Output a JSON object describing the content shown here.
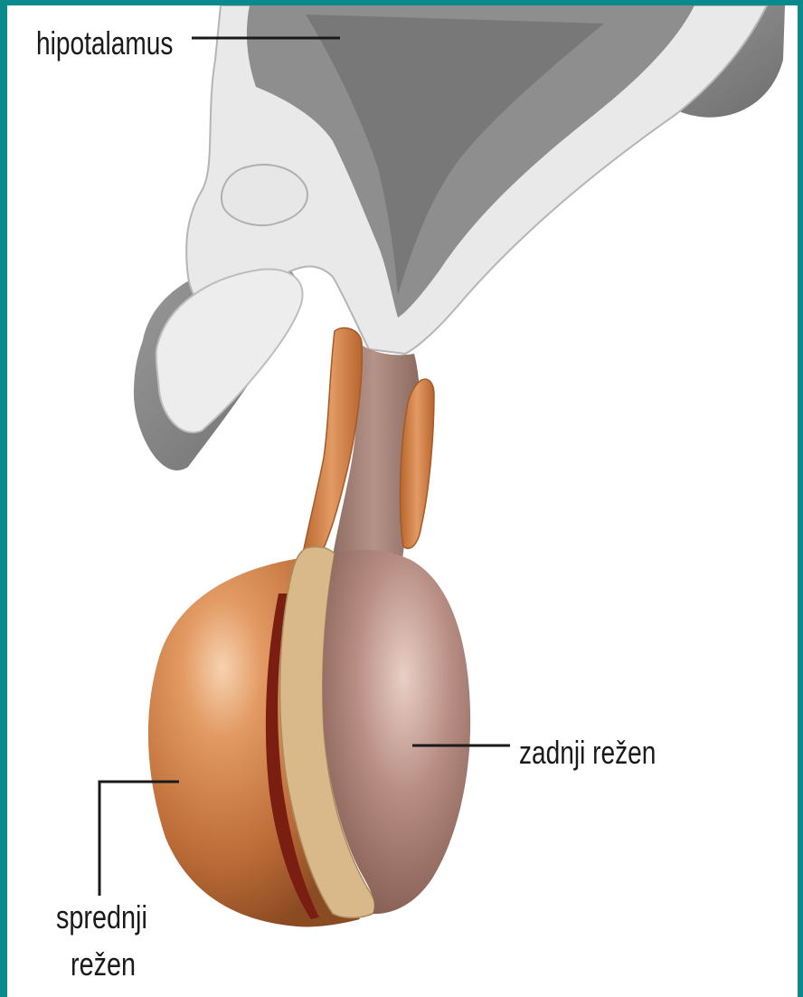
{
  "labels": {
    "hypothalamus": "hipotalamus",
    "posterior_lobe": "zadnji režen",
    "anterior_lobe_line1": "sprednji",
    "anterior_lobe_line2": "režen"
  },
  "colors": {
    "frame": "#0b8a8c",
    "brain_gray": "#8c8c8c",
    "brain_light": "#e9e9e9",
    "anterior": "#c8753f",
    "posterior": "#a97e74",
    "pars_intermedia": "#d9b98a",
    "leader_line": "#1a1a1a"
  }
}
